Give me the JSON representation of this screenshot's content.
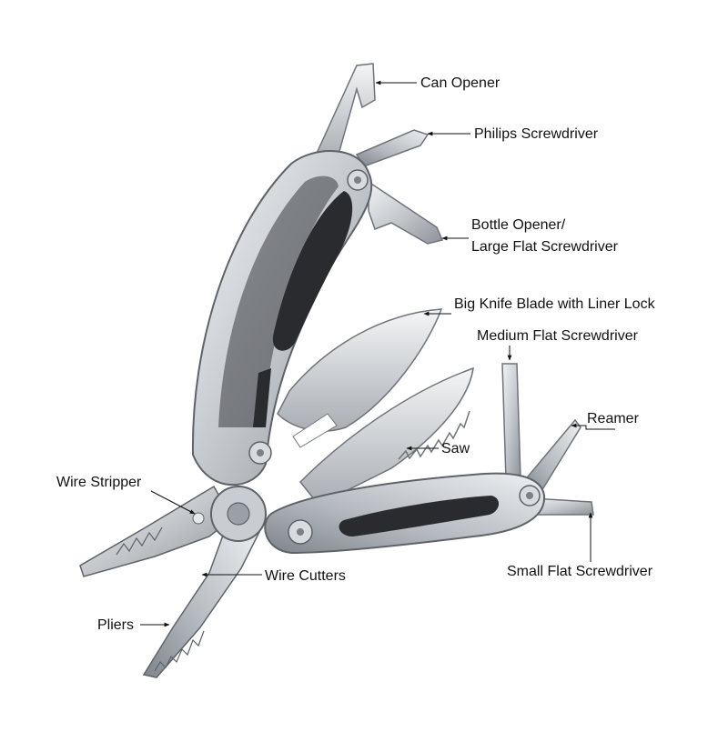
{
  "colors": {
    "steel_light": "#e3e5e8",
    "steel_mid": "#b9bdc2",
    "steel_dark": "#7c8188",
    "grip_black": "#2a2b2e",
    "line": "#111111"
  },
  "labels": {
    "can_opener": "Can Opener",
    "philips_screwdriver": "Philips Screwdriver",
    "bottle_opener": "Bottle Opener/\nLarge Flat Screwdriver",
    "big_knife": "Big Knife Blade with Liner Lock",
    "medium_flat": "Medium Flat Screwdriver",
    "reamer": "Reamer",
    "saw": "Saw",
    "wire_stripper": "Wire Stripper",
    "wire_cutters": "Wire Cutters",
    "pliers": "Pliers",
    "small_flat": "Small Flat Screwdriver"
  }
}
